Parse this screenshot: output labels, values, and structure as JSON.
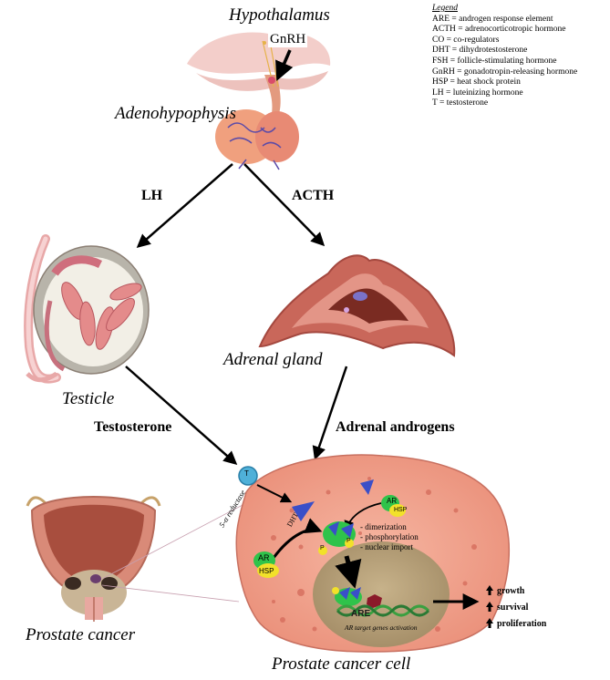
{
  "labels": {
    "hypothalamus": "Hypothalamus",
    "gnrh": "GnRH",
    "adenohypophysis": "Adenohypophysis",
    "lh": "LH",
    "acth": "ACTH",
    "testicle": "Testicle",
    "adrenal_gland": "Adrenal gland",
    "testosterone": "Testosterone",
    "adrenal_androgens": "Adrenal androgens",
    "prostate_cancer": "Prostate cancer",
    "prostate_cancer_cell": "Prostate cancer cell"
  },
  "legend": {
    "title": "Legend",
    "items": [
      "ARE = androgen response element",
      "ACTH = adrenocorticotropic hormone",
      "CO = co-regulators",
      "DHT = dihydrotestosterone",
      "FSH = follicle-stimulating hormone",
      "GnRH = gonadotropin-releasing hormone",
      "HSP = heat shock protein",
      "LH = luteinizing hormone",
      "T = testosterone"
    ]
  },
  "cell": {
    "t": "T",
    "reductase": "5-α reductase",
    "dht": "DHT",
    "ar": "AR",
    "hsp": "HSP",
    "p": "P",
    "steps": [
      "- dimerization",
      "- phosphorylation",
      "- nuclear import"
    ],
    "are": "ARE",
    "activation": "AR target genes activation"
  },
  "outcomes": [
    "growth",
    "survival",
    "proliferation"
  ],
  "colors": {
    "arrow": "#000000",
    "cell": "#f0a08a",
    "nucleus": "#b8a07a",
    "ar_green": "#2fc34a",
    "hsp_yellow": "#f2e12a",
    "dht_blue": "#3a4fc8",
    "tissue": "#c96a5c"
  }
}
